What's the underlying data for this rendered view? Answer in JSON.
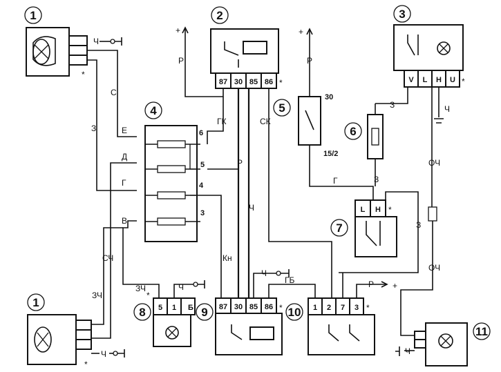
{
  "components": [
    {
      "id": "1",
      "label": "1"
    },
    {
      "id": "2",
      "label": "2"
    },
    {
      "id": "3",
      "label": "3"
    },
    {
      "id": "4",
      "label": "4"
    },
    {
      "id": "5",
      "label": "5"
    },
    {
      "id": "6",
      "label": "6"
    },
    {
      "id": "7",
      "label": "7"
    },
    {
      "id": "8",
      "label": "8"
    },
    {
      "id": "9",
      "label": "9"
    },
    {
      "id": "10",
      "label": "10"
    },
    {
      "id": "11",
      "label": "11"
    },
    {
      "id": "1b",
      "label": "1"
    }
  ],
  "pins": {
    "relay2": [
      "87",
      "30",
      "85",
      "86"
    ],
    "relay9": [
      "87",
      "30",
      "85",
      "86"
    ],
    "unit3": [
      "V",
      "L",
      "H",
      "U"
    ],
    "switch5_top": "30",
    "switch5_bottom": "15/2",
    "block4_left": [
      "Е",
      "Д",
      "Г",
      "В"
    ],
    "block4_right": [
      "6",
      "5",
      "4",
      "3"
    ],
    "conn7": [
      "L",
      "H"
    ],
    "conn8": [
      "5",
      "1",
      "Б"
    ],
    "conn10": [
      "1",
      "2",
      "7",
      "3"
    ]
  },
  "wires": {
    "ch": "Ч",
    "s": "С",
    "z": "З",
    "r": "Р",
    "gk": "ГК",
    "sk": "СК",
    "g": "Г",
    "sch": "СЧ",
    "zch": "ЗЧ",
    "kn": "Кн",
    "gb": "ГБ",
    "och": "ОЧ"
  },
  "symbols": {
    "plus": "+",
    "star": "*"
  },
  "icons": [
    "lamp-icon",
    "ground-icon",
    "fuse-icon",
    "relay-coil-icon",
    "switch-icon",
    "headlamp-icon"
  ]
}
